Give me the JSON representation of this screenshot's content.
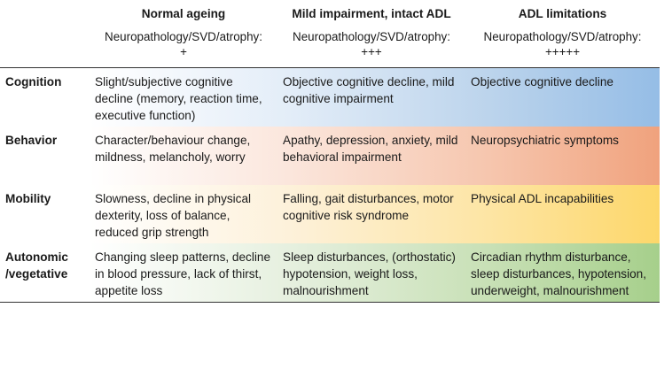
{
  "header": {
    "columns": [
      {
        "title": "Normal ageing",
        "neuro_label": "Neuropathology/SVD/atrophy:",
        "neuro_level": "+"
      },
      {
        "title": "Mild impairment, intact ADL",
        "neuro_label": "Neuropathology/SVD/atrophy:",
        "neuro_level": "+++"
      },
      {
        "title": "ADL limitations",
        "neuro_label": "Neuropathology/SVD/atrophy:",
        "neuro_level": "+++++"
      }
    ]
  },
  "rows": [
    {
      "label": "Cognition",
      "cells": [
        "Slight/subjective cognitive decline (memory, reaction time, executive function)",
        "Objective cognitive decline, mild cognitive impairment",
        "Objective cognitive decline"
      ],
      "gradient_end_color": "#95bde6"
    },
    {
      "label": "Behavior",
      "cells": [
        "Character/behaviour change, mildness, melancholy, worry",
        "Apathy, depression, anxiety, mild behavioral impairment",
        "Neuropsychiatric symptoms"
      ],
      "gradient_end_color": "#f0a27d"
    },
    {
      "label": "Mobility",
      "cells": [
        "Slowness, decline in physical dexterity, loss of balance, reduced grip strength",
        "Falling, gait disturbances, motor cognitive risk syndrome",
        "Physical ADL incapabilities"
      ],
      "gradient_end_color": "#fdd76a"
    },
    {
      "label": "Autonomic /vegetative",
      "cells": [
        "Changing sleep patterns, decline in blood pressure, lack of thirst, appetite loss",
        "Sleep disturbances, (orthostatic) hypotension, weight loss, malnourishment",
        "Circadian rhythm disturbance, sleep disturbances, hypotension, underweight, malnourishment"
      ],
      "gradient_end_color": "#a6cf8b"
    }
  ]
}
